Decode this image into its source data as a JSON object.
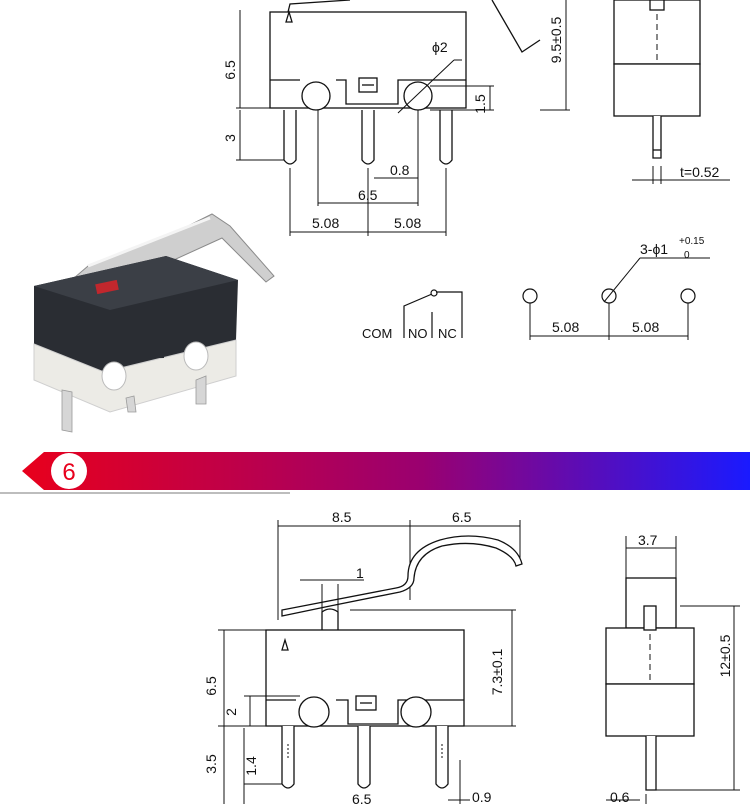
{
  "top_diagram": {
    "dims": {
      "h_6_5": "6.5",
      "h_3": "3",
      "phi2": "ϕ2",
      "d_0_8": "0.8",
      "d_6_5": "6.5",
      "d_5_08_left": "5.08",
      "d_5_08_right": "5.08",
      "d_1_5": "1.5",
      "d_9_5": "9.5±0.5",
      "t_0_52": "t=0.52",
      "hole_spec_prefix": "3-ϕ1",
      "hole_tol_upper": "+0.15",
      "hole_tol_lower": "0",
      "hole_5_08_left": "5.08",
      "hole_5_08_right": "5.08"
    },
    "circuit": {
      "com": "COM",
      "no": "NO",
      "nc": "NC"
    }
  },
  "banner": {
    "number": "6",
    "gradient_start": "#e8001c",
    "gradient_end": "#1a1aff"
  },
  "bottom_diagram": {
    "dims": {
      "w_8_5": "8.5",
      "w_6_5": "6.5",
      "d_1": "1",
      "h_6_5": "6.5",
      "d_2": "2",
      "h_3_5": "3.5",
      "d_1_4": "1.4",
      "h_7_3": "7.3±0.1",
      "d_6_5_bottom": "6.5",
      "d_0_9": "0.9",
      "w_3_7": "3.7",
      "h_12": "12±0.5",
      "d_0_6": "0.6"
    }
  }
}
